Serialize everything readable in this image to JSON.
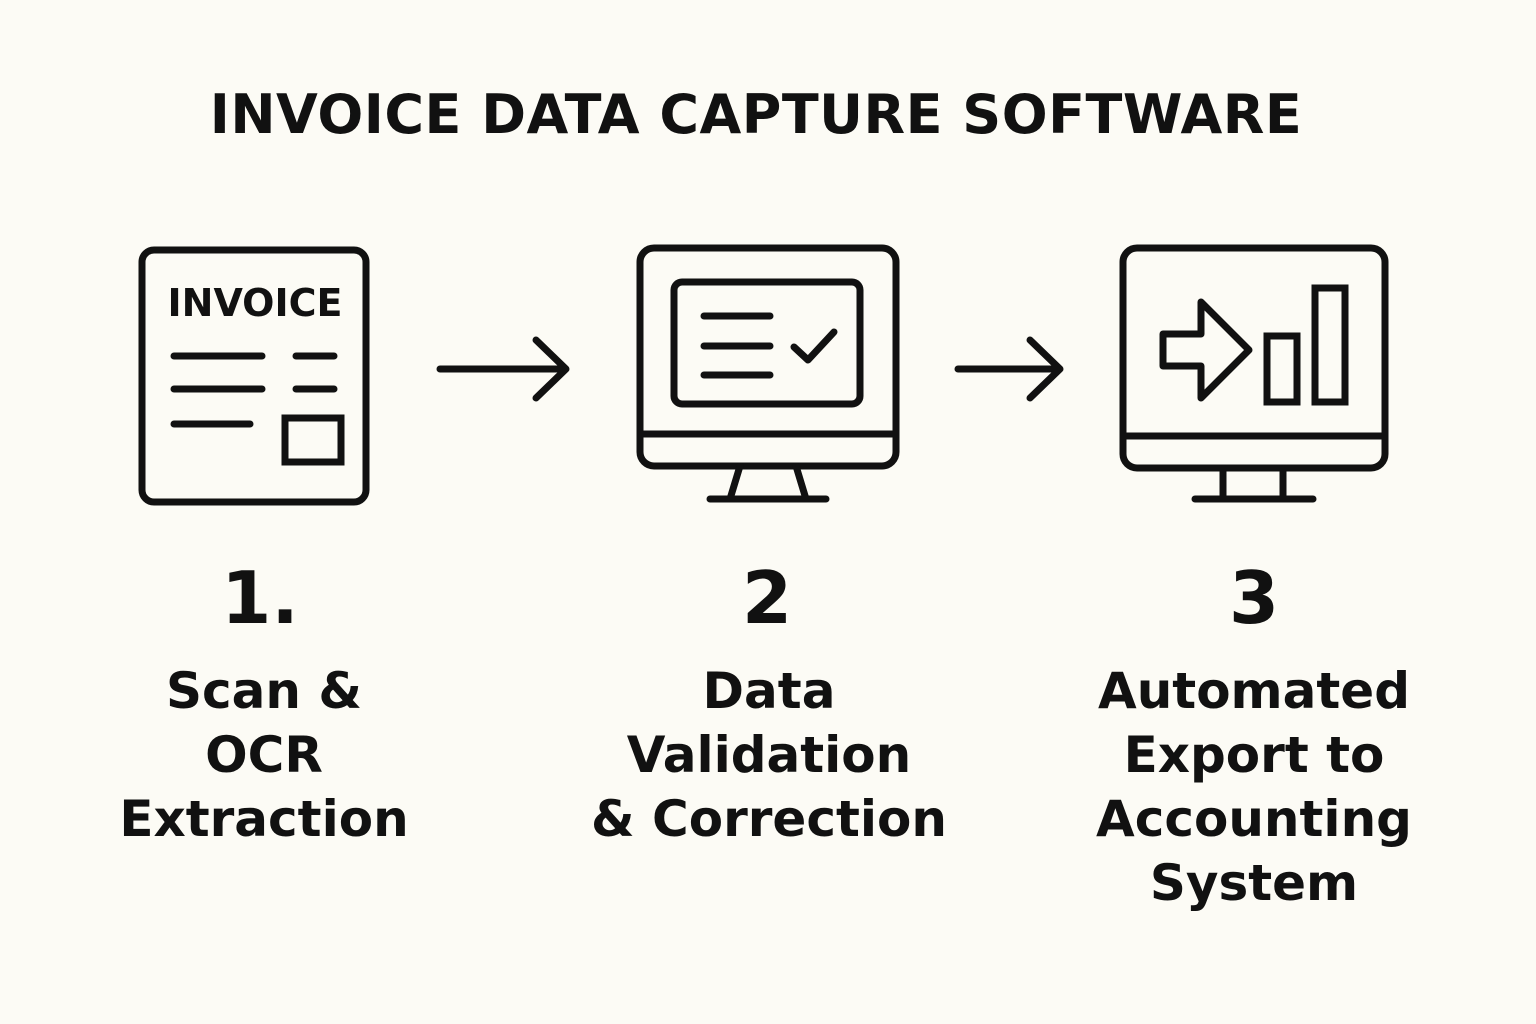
{
  "title": "INVOICE DATA CAPTURE SOFTWARE",
  "colors": {
    "background": "#fcfbf5",
    "ink": "#111111"
  },
  "steps": [
    {
      "number": "1.",
      "icon": "invoice-document-icon",
      "icon_text": "INVOICE",
      "label_lines": [
        "Scan &",
        "OCR",
        "Extraction"
      ]
    },
    {
      "number": "2",
      "icon": "monitor-checklist-icon",
      "label_lines": [
        "Data",
        "Validation",
        "& Correction"
      ]
    },
    {
      "number": "3",
      "icon": "monitor-export-chart-icon",
      "label_lines": [
        "Automated",
        "Export to",
        "Accounting",
        "System"
      ]
    }
  ],
  "connectors": [
    "arrow-right-icon",
    "arrow-right-icon"
  ]
}
